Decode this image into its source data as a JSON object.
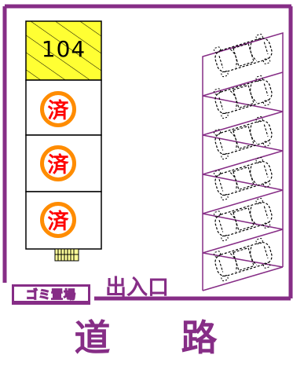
{
  "map": {
    "spots": [
      {
        "label": "104",
        "status": "vacant"
      },
      {
        "label": "済",
        "status": "occupied"
      },
      {
        "label": "済",
        "status": "occupied"
      },
      {
        "label": "済",
        "status": "occupied"
      }
    ],
    "angled_spots": [
      {
        "icon": "car-outline-icon"
      },
      {
        "icon": "car-outline-icon"
      },
      {
        "icon": "car-outline-icon"
      },
      {
        "icon": "car-outline-icon"
      },
      {
        "icon": "car-outline-icon"
      },
      {
        "icon": "car-outline-icon"
      }
    ],
    "entrance_label": "出入口",
    "garbage_label": "ゴミ置場",
    "road_label_1": "道",
    "road_label_2": "路",
    "colors": {
      "boundary": "#862d86",
      "vacant_fill": "#ffff33",
      "stamp_ring": "#ff8c00",
      "stamp_text": "#ff0000"
    }
  }
}
